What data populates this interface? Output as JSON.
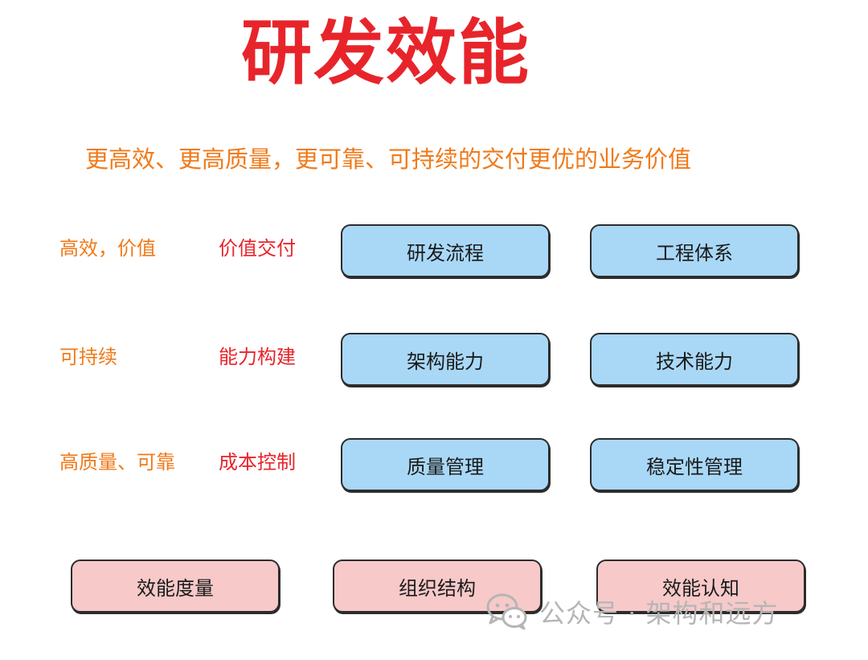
{
  "title": "研发效能",
  "subtitle": "更高效、更高质量，更可靠、可持续的交付更优的业务价值",
  "rows": [
    {
      "goal": "高效，价值",
      "focus": "价值交付",
      "boxes": [
        "研发流程",
        "工程体系"
      ]
    },
    {
      "goal": "可持续",
      "focus": "能力构建",
      "boxes": [
        "架构能力",
        "技术能力"
      ]
    },
    {
      "goal": "高质量、可靠",
      "focus": "成本控制",
      "boxes": [
        "质量管理",
        "稳定性管理"
      ]
    }
  ],
  "bottom_boxes": [
    "效能度量",
    "组织结构",
    "效能认知"
  ],
  "watermark": "公众号 · 架构和远方",
  "colors": {
    "title": "#e8242b",
    "orange_text": "#f07a1a",
    "red_text": "#e8242b",
    "blue_box": "#a9d8f7",
    "pink_box": "#f7c9c9",
    "watermark": "#b5b5b5"
  }
}
